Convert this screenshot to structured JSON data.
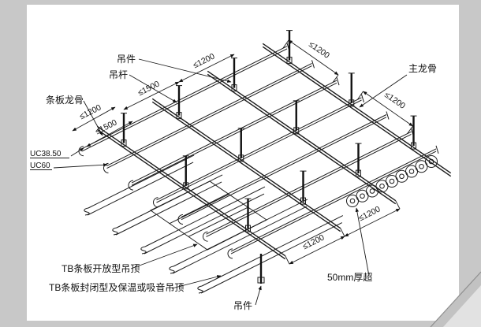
{
  "window": {
    "background": "#c8c8c8",
    "paper": "#ffffff"
  },
  "labels": {
    "hanger_top": "吊件",
    "hanger_rod": "吊杆",
    "strip_keel": "条板龙骨",
    "uc_38_50": "UC38.50",
    "uc_60": "UC60",
    "main_keel": "主龙骨",
    "open_ceiling": "TB条板开放型吊顶",
    "closed_ceiling": "TB条板封闭型及保温或吸音吊顶",
    "hanger_bottom": "吊件",
    "insulation_thickness": "50mm厚超"
  },
  "dimensions": {
    "d1200": "≤1200",
    "d1500": "≤1500"
  },
  "colors": {
    "line": "#1b1b1b",
    "background": "#c8c8c8"
  }
}
